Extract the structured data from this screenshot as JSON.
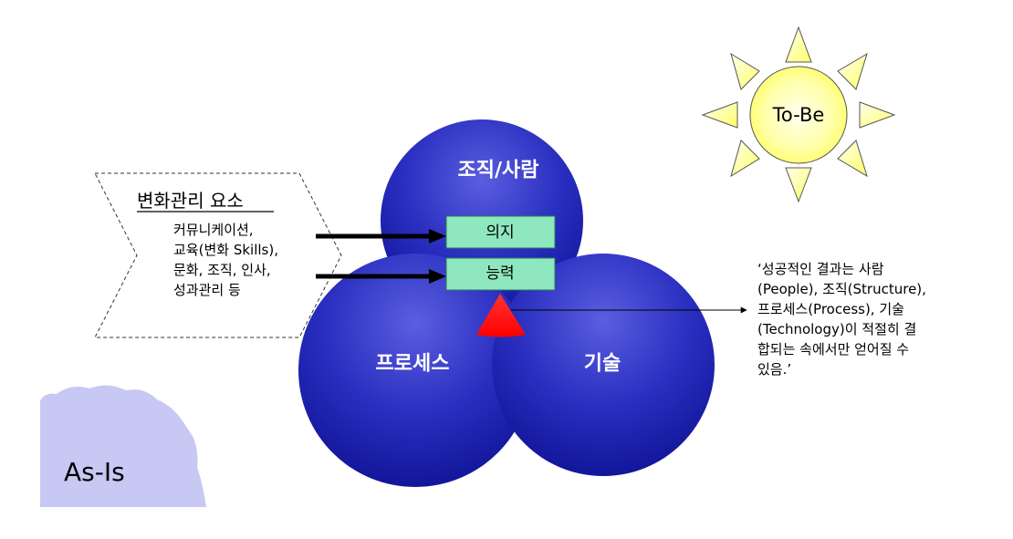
{
  "to_be": {
    "label": "To-Be"
  },
  "as_is": {
    "label": "As-Is"
  },
  "change_elements": {
    "title": "변화관리 요소",
    "items": [
      "커뮤니케이션,",
      "교육(변화 Skills),",
      "문화, 조직, 인사,",
      "성과관리 등"
    ]
  },
  "circles": {
    "organization": "조직/사람",
    "process": "프로세스",
    "technology": "기술"
  },
  "boxes": {
    "will": "의지",
    "capability": "능력"
  },
  "quote": {
    "lines": [
      "‘성공적인 결과는 사람",
      "(People), 조직(Structure),",
      "프로세스(Process), 기술",
      "(Technology)이 적절히 결",
      "합되는 속에서만 얻어질 수",
      "있음.’"
    ]
  },
  "colors": {
    "circle_fill": "#1c20a8",
    "box_fill": "#8ee7be",
    "sun_fill": "#ffff99",
    "as_is_cloud": "#c8c8f4",
    "triangle": "#ff0000"
  }
}
